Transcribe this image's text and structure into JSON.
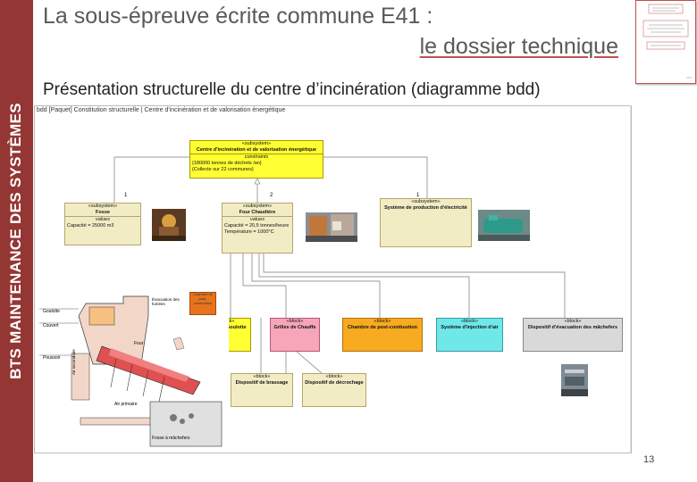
{
  "sidebar": {
    "text": "BTS MAINTENANCE DES SYSTÈMES"
  },
  "title": {
    "line1": "La sous-épreuve écrite commune E41 :",
    "line2": "le dossier technique"
  },
  "subtitle": "Présentation structurelle du centre d’incinération (diagramme bdd)",
  "diagram": {
    "tab": "bdd [Paquet] Constitution structurelle | Centre d'incinération et de valorisation énergétique",
    "top_block": {
      "stereotype": "«subsystem»",
      "name": "Centre d'incinération et de valorisation énergétique",
      "constraints_label": "constraints",
      "c1": "{180000 tonnes de déchets /an}",
      "c2": "{Collecte sur 22 communes}"
    },
    "mult1": "1",
    "mult2": "2",
    "mult3": "1",
    "fosse": {
      "stereotype": "«subsystem»",
      "name": "Fosse",
      "values_label": "values",
      "attr": "Capacité = 25000 m3"
    },
    "four": {
      "stereotype": "«subsystem»",
      "name": "Four Chaudière",
      "values_label": "values",
      "attr1": "Capacité = 20,5 tonnes/heure",
      "attr2": "Température = 1000°C"
    },
    "elec": {
      "stereotype": "«subsystem»",
      "name": "Système de production d'électricité"
    },
    "blocks": [
      {
        "stereotype": "«block»",
        "name": "Trémie - Goulotte"
      },
      {
        "stereotype": "«block»",
        "name": "Grilles de Chauffe"
      },
      {
        "stereotype": "«block»",
        "name": "Chambre de post-combustion"
      },
      {
        "stereotype": "«block»",
        "name": "Système d'injection d'air"
      },
      {
        "stereotype": "«block»",
        "name": "Dispositif d'évacuation des mâchefers"
      }
    ],
    "bottom_blocks": [
      {
        "stereotype": "«block»",
        "name": "Dispositif de brassage"
      },
      {
        "stereotype": "«block»",
        "name": "Dispositif de décrochage"
      }
    ],
    "schematic": {
      "goulotte": "Goulotte",
      "couvert": "Couvert",
      "poussoir": "Poussoir",
      "evacuation": "Évacuation des fumées",
      "four": "Four",
      "air_primaire": "Air primaire",
      "fosse_mach": "Fosse à mâchefers",
      "air_second": "Air secondaire",
      "note": "Chambre de post-combustion"
    },
    "colors": {
      "yellow": "#ffff33",
      "khaki": "#f2ecc5",
      "pink": "#f6a6b8",
      "orange": "#f8aa20",
      "cyan": "#6fe8ea",
      "grey": "#d9d9d9"
    }
  },
  "page_number": "13"
}
